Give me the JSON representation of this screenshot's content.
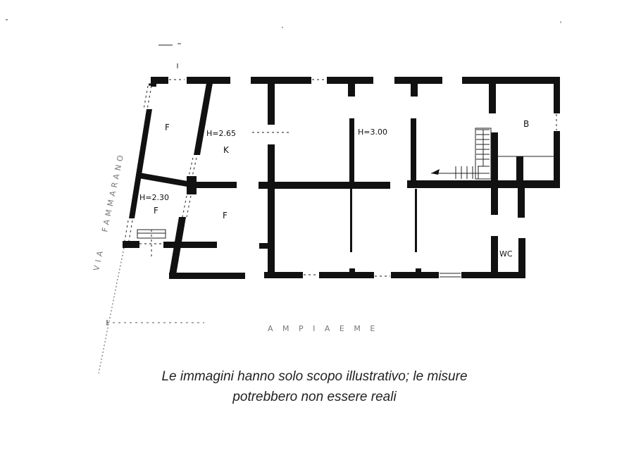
{
  "floorplan": {
    "rooms": [
      {
        "id": "room-f-top-left",
        "label": "F"
      },
      {
        "id": "room-k",
        "label": "K",
        "height_label": "H=2.65"
      },
      {
        "id": "room-f-small",
        "label": "F",
        "height_label": "H=2.30"
      },
      {
        "id": "room-f-bottom",
        "label": "F"
      },
      {
        "id": "room-central",
        "height_label": "H=3.00"
      },
      {
        "id": "room-b",
        "label": "B"
      },
      {
        "id": "room-wc",
        "label": "WC"
      }
    ],
    "street_label_left": "VIA",
    "street_label_left_name": "FAMMARANO",
    "street_label_bottom": "A  M  P  I  A    E  M  E"
  },
  "disclaimer": {
    "line1": "Le immagini hanno solo scopo illustrativo; le misure",
    "line2": "potrebbero non essere reali"
  },
  "colors": {
    "wall": "#111111",
    "background": "#ffffff",
    "text": "#222222"
  }
}
